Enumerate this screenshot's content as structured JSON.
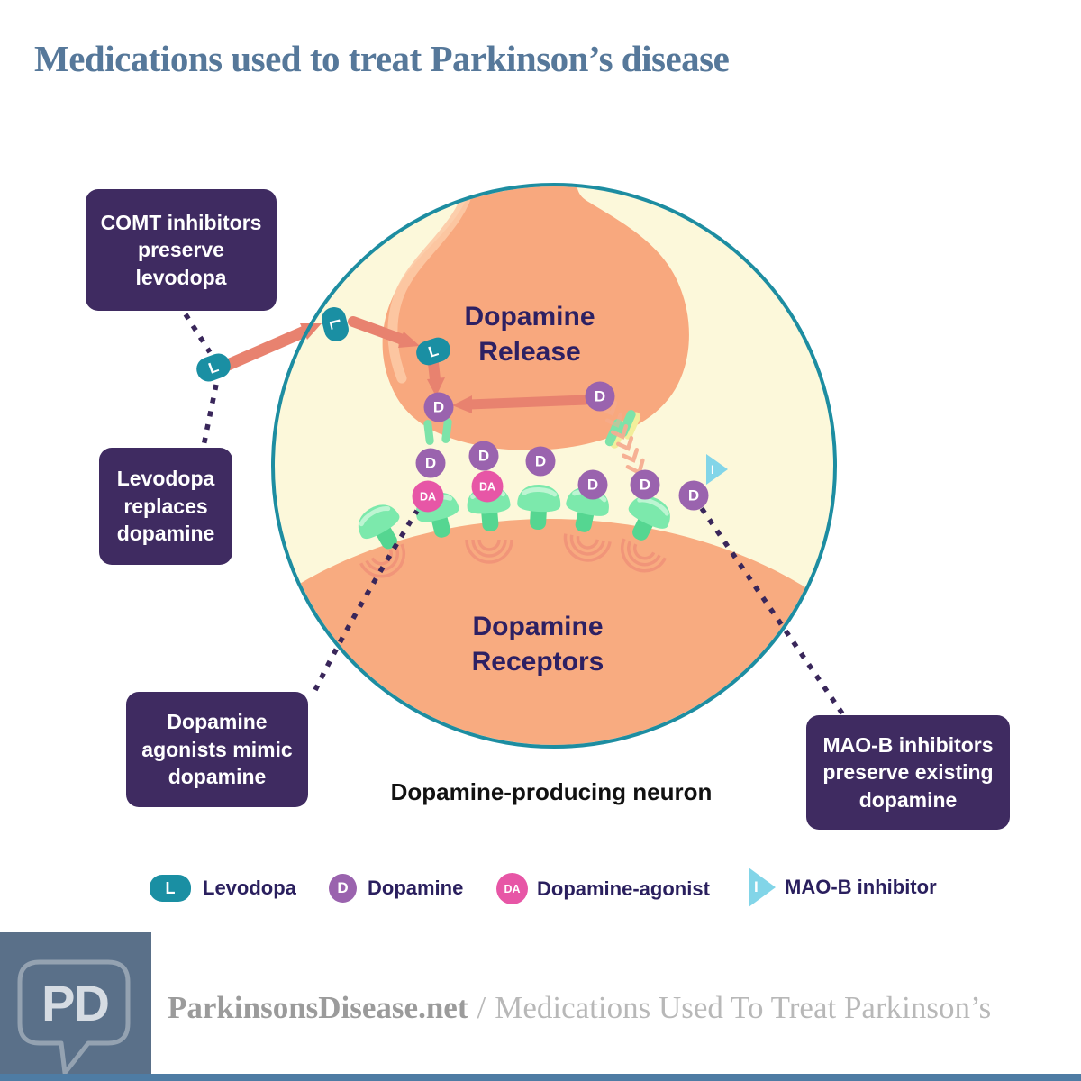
{
  "title": "Medications used to treat Parkinson’s disease",
  "callouts": {
    "comt": "COMT inhibitors preserve levodopa",
    "levodopa": "Levodopa replaces dopamine",
    "agonists": "Dopamine agonists mimic dopamine",
    "maob": "MAO-B inhibitors preserve existing dopamine"
  },
  "diagram": {
    "release_label": "Dopamine Release",
    "receptors_label": "Dopamine Receptors",
    "neuron_label": "Dopamine-producing neuron"
  },
  "symbols": {
    "levodopa": "L",
    "dopamine": "D",
    "dopamine_agonist": "DA",
    "maob_inhibitor": "I"
  },
  "legend": {
    "levodopa": "Levodopa",
    "dopamine": "Dopamine",
    "dopamine_agonist": "Dopamine-agonist",
    "maob": "MAO-B inhibitor"
  },
  "footer": {
    "logo_text": "PD",
    "site": "ParkinsonsDisease.net",
    "separator": "/",
    "page": "Medications Used To Treat Parkinson’s"
  },
  "colors": {
    "title_slate": "#56789a",
    "callout_purple": "#3f2b61",
    "diagram_navy": "#2d2063",
    "circle_border_teal": "#1d8da1",
    "circle_fill_cream": "#fcf8da",
    "neuron_peach": "#f8a87e",
    "levodopa_teal": "#1a8fa3",
    "dopamine_purple": "#9a63ae",
    "dopamine_agonist_pink": "#e756a6",
    "maob_blue": "#82d5e8",
    "arrow_salmon": "#e8826f",
    "receptor_green": "#7ce9ac",
    "logo_slate": "#5a7089",
    "footer_gray": "#9b9b9b",
    "bottom_bar_blue": "#4e7ca4"
  }
}
